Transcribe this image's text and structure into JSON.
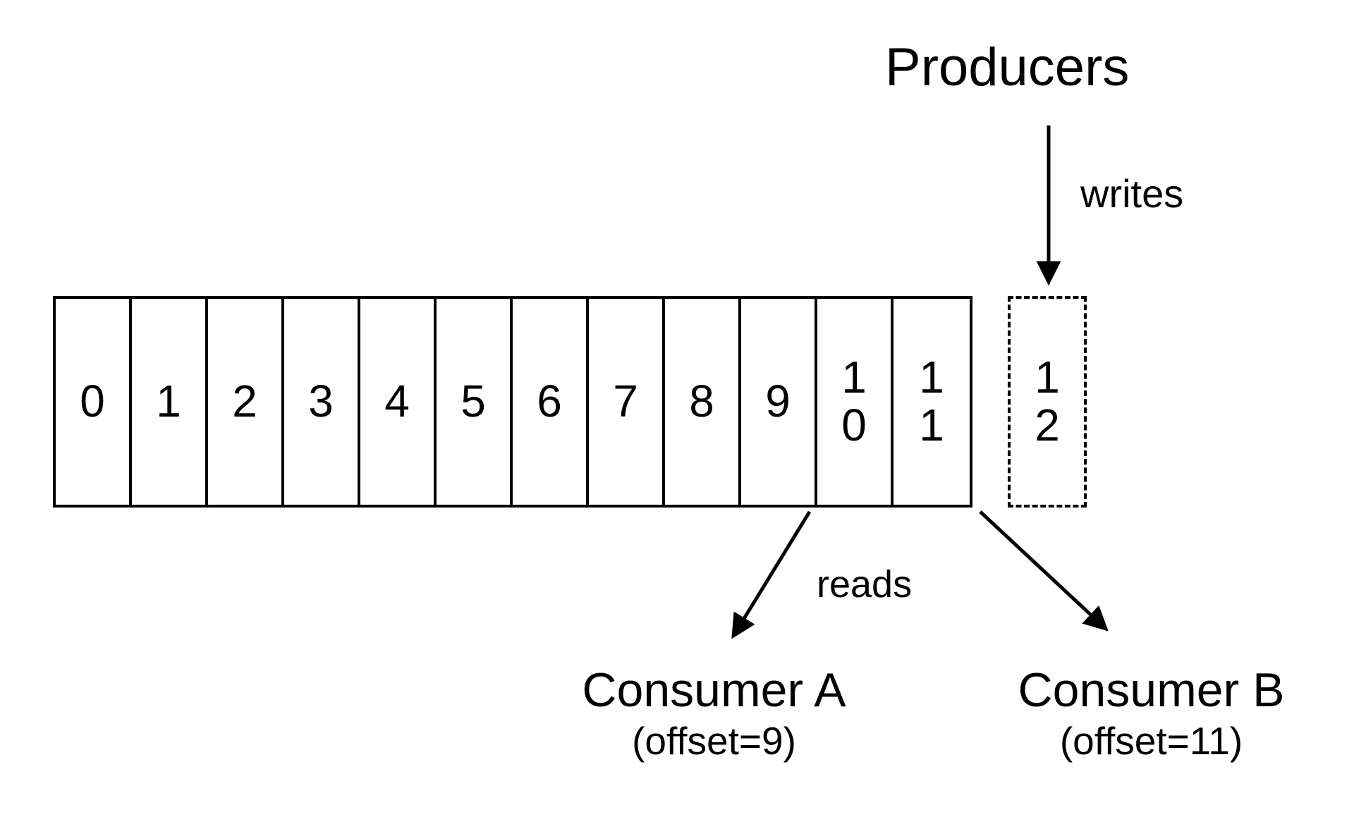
{
  "diagram": {
    "title_semantics": "partition log with producers writing and consumers reading at offsets",
    "colors": {
      "line": "#000000",
      "background": "#ffffff"
    },
    "cells": [
      "0",
      "1",
      "2",
      "3",
      "4",
      "5",
      "6",
      "7",
      "8",
      "9",
      "10",
      "11",
      "12"
    ],
    "pending_cell": "12",
    "producers_label": "Producers",
    "writes_label": "writes",
    "reads_label": "reads",
    "consumer_a": {
      "name": "Consumer A",
      "offset": "(offset=9)"
    },
    "consumer_b": {
      "name": "Consumer B",
      "offset": "(offset=11)"
    }
  }
}
